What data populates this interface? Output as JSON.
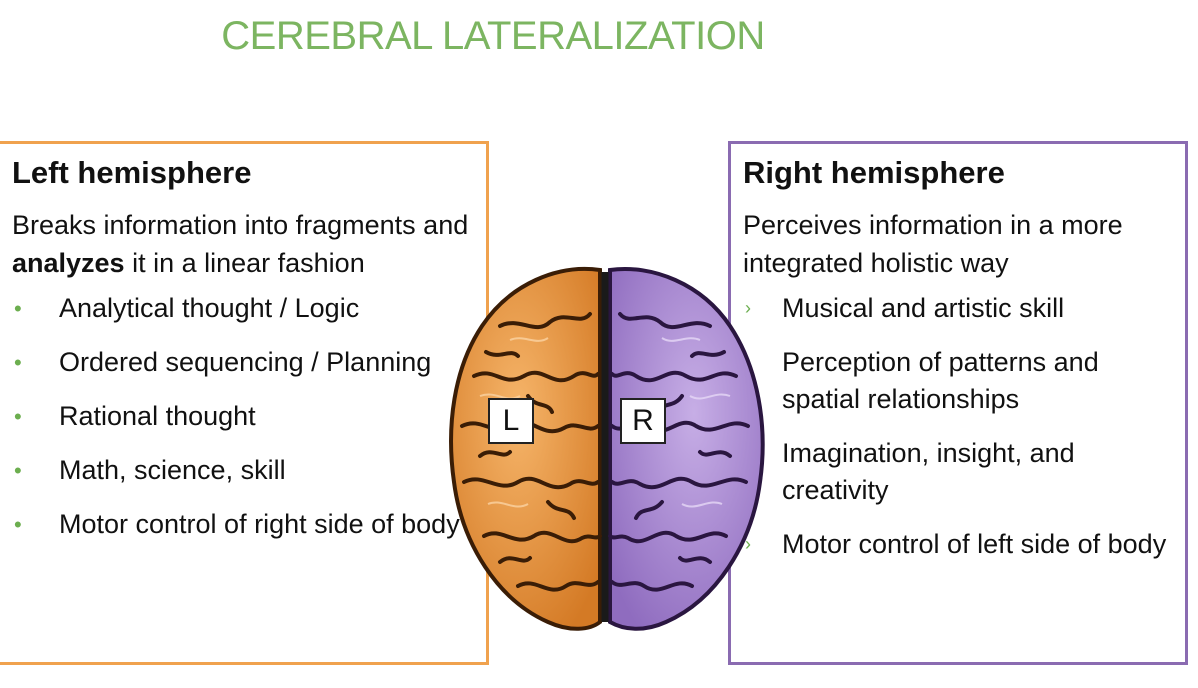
{
  "title": "CEREBRAL LATERALIZATION",
  "colors": {
    "title": "#7cb561",
    "left_accent": "#f0a24e",
    "right_accent": "#8a6bb1",
    "left_bullet": "#6cae4f",
    "right_bullet": "#6cae4f",
    "brain_left": "#e8923a",
    "brain_right": "#a888d0"
  },
  "left": {
    "heading": "Left hemisphere",
    "desc_part1": "Breaks information into fragments and ",
    "desc_bold": "analyzes",
    "desc_part2": " it in a linear fashion",
    "items": [
      "Analytical thought / Logic",
      "Ordered sequencing / Planning",
      "Rational thought",
      "Math, science, skill",
      "Motor control of right side of body"
    ]
  },
  "right": {
    "heading": "Right hemisphere",
    "desc": "Perceives information in a more integrated holistic way",
    "items": [
      "Musical and artistic skill",
      "Perception of patterns and spatial relationships",
      "Imagination, insight, and creativity",
      "Motor control of left side of body"
    ]
  },
  "brain": {
    "label_left": "L",
    "label_right": "R"
  },
  "icons": {
    "bullet_left": "•",
    "bullet_right": "›"
  }
}
